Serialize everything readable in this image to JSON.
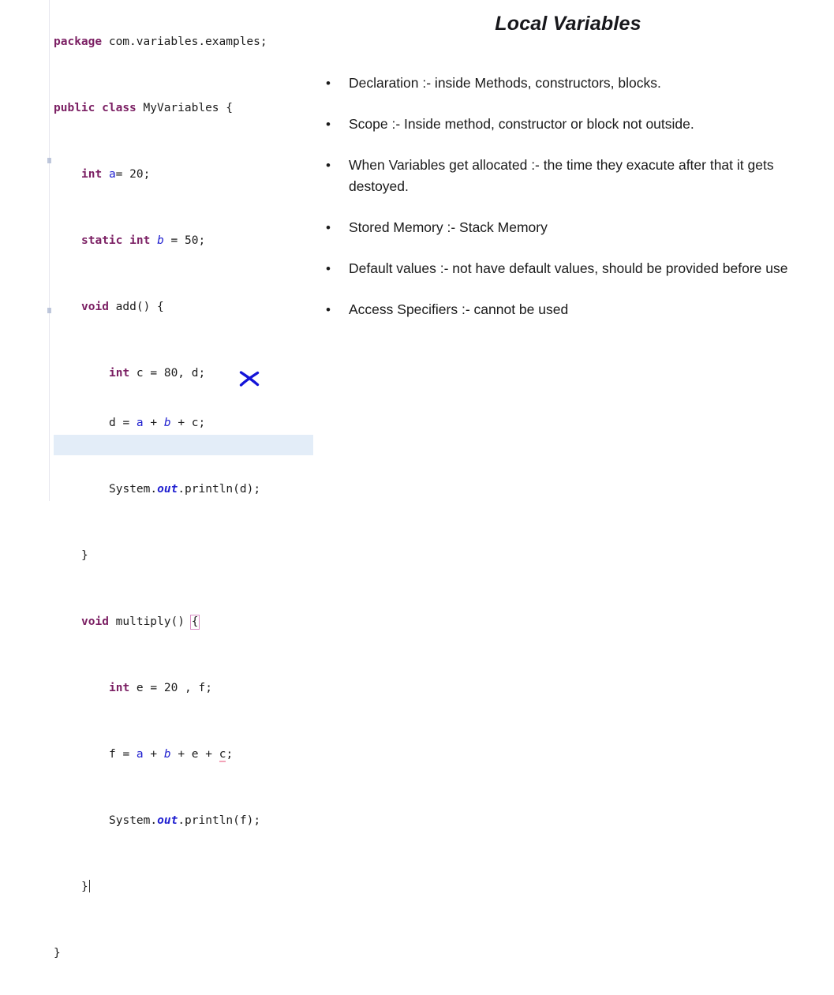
{
  "editor": {
    "language": "java",
    "colors": {
      "keyword": "#7b1f63",
      "field": "#2020d0",
      "plain": "#1c1c1c",
      "current_line_highlight": "#e3edf8",
      "bracket_match_border": "#d98fc4",
      "error_underline": "#f3a3b8",
      "annotation_ink": "#1414d8"
    },
    "lines": {
      "package_kw": "package",
      "package_name": " com.variables.examples;",
      "public_kw": "public",
      "class_kw": "class",
      "class_decl_rest": " MyVariables {",
      "int_kw": "int",
      "a_name": "a",
      "a_rest": "= 20;",
      "static_kw": "static",
      "int_kw2": "int",
      "b_name": "b",
      "b_rest": " = 50;",
      "void_kw": "void",
      "add_sig": " add() {",
      "int_kw3": "int",
      "c_decl": " c = 80, d;",
      "d_assign_pre": "d = ",
      "d_assign_a": "a",
      "d_assign_mid1": " + ",
      "d_assign_b": "b",
      "d_assign_mid2": " + c;",
      "sysout_sys": "System.",
      "sysout_out": "out",
      "sysout_d": ".println(d);",
      "close_add": "}",
      "void_kw2": "void",
      "multiply_sig": " multiply() ",
      "multiply_brace": "{",
      "int_kw4": "int",
      "e_decl": " e = 20 , f;",
      "f_assign_pre": "f = ",
      "f_assign_a": "a",
      "f_assign_mid1": " + ",
      "f_assign_b": "b",
      "f_assign_mid2": " + e + ",
      "f_assign_c": "c",
      "f_assign_end": ";",
      "sysout_sys2": "System.",
      "sysout_out2": "out",
      "sysout_f": ".println(f);",
      "close_multiply": "}",
      "close_class": "}"
    }
  },
  "slide": {
    "title": "Local Variables",
    "bullet_char": "•",
    "bullets": [
      "Declaration :- inside Methods, constructors, blocks.",
      "Scope :- Inside method, constructor or block not outside.",
      "When Variables get allocated :-  the time they exacute after that it gets destoyed.",
      "Stored Memory :- Stack Memory",
      "Default values :-  not have default values, should be provided before use",
      "Access Specifiers :- cannot be used"
    ]
  }
}
